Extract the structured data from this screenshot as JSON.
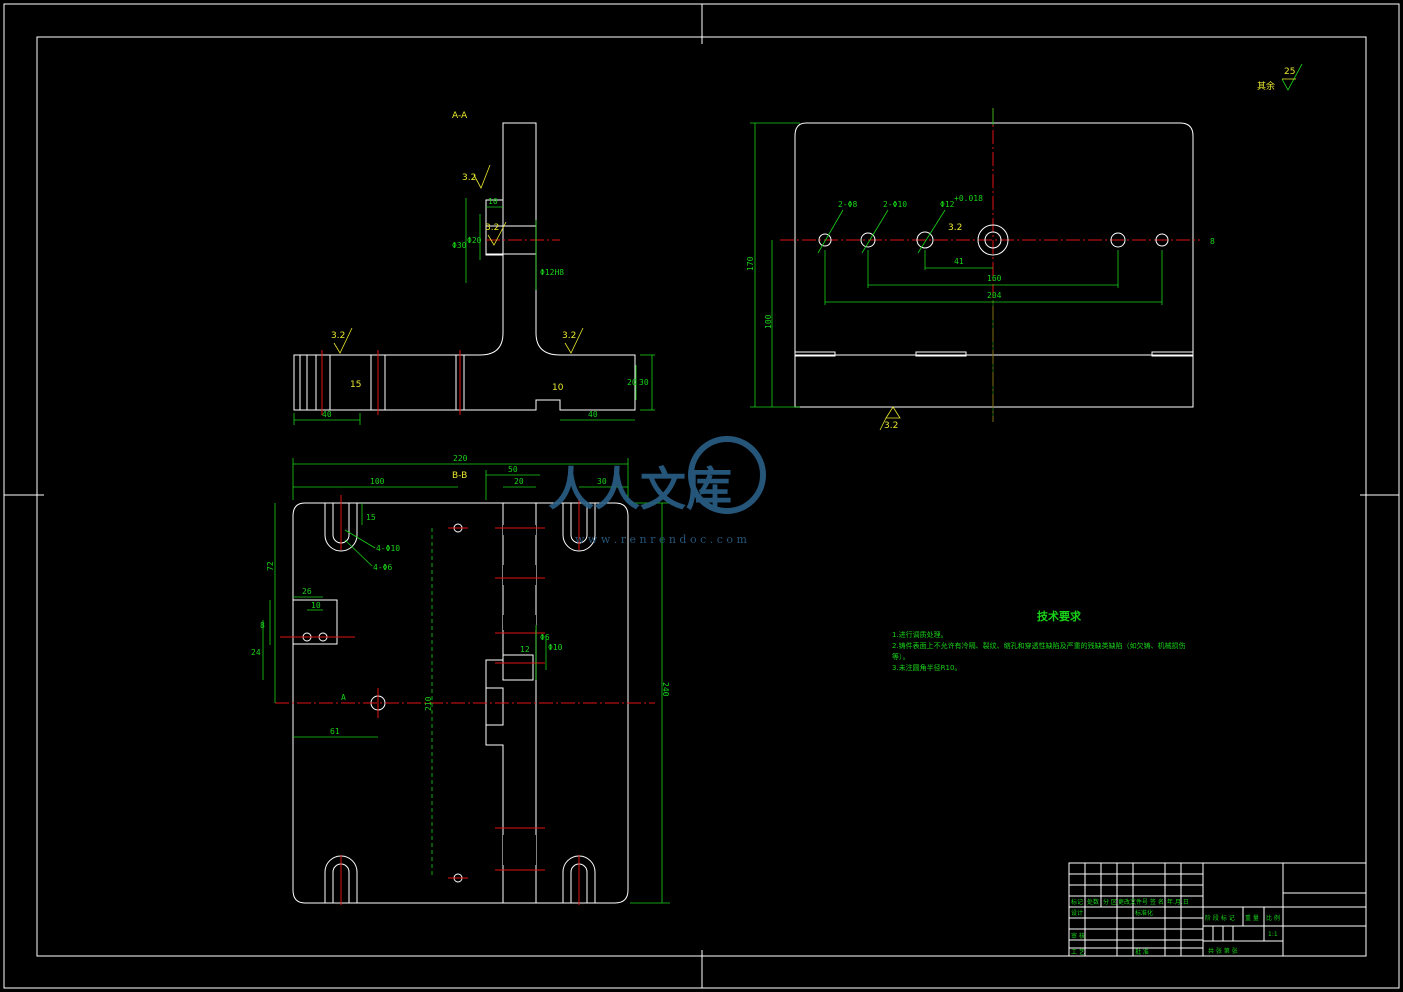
{
  "views": {
    "section_aa": "A-A",
    "section_bb": "B-B"
  },
  "roughness": {
    "general_note": "其余",
    "general_value": "25",
    "r32": "3.2",
    "r32b": "3.2",
    "r32c": "3.2",
    "r32d": "3.2",
    "r32e": "3.2",
    "r32f": "3.2"
  },
  "dims_aa": {
    "h10": "10",
    "d30": "Φ30",
    "d20": "Φ20",
    "d12": "Φ12H8",
    "w40l": "40",
    "w40r": "40",
    "t30": "30",
    "t20": "20",
    "h15": "15",
    "h10b": "10"
  },
  "dims_front": {
    "w170": "170",
    "w100": "100",
    "holes_2_8": "2-Φ8",
    "holes_2_10": "2-Φ10",
    "hole_12": "Φ12",
    "hole_12_tol": "+0.018",
    "w41": "41",
    "w160": "160",
    "w204": "204",
    "h8": "8"
  },
  "dims_plan": {
    "w220": "220",
    "w100": "100",
    "w50": "50",
    "w20": "20",
    "w30": "30",
    "h15": "15",
    "h72": "72",
    "slot_a": "4-Φ10",
    "slot_b": "4-Φ6",
    "w26": "26",
    "w10": "10",
    "h8": "8",
    "h24": "24",
    "w61": "61",
    "h210": "210",
    "h240": "240",
    "a_label": "A",
    "d6": "Φ6",
    "d10": "Φ10",
    "w12": "12"
  },
  "tech": {
    "title": "技术要求",
    "line1": "1.进行调质处理。",
    "line2": "2.铸件表面上不允许有冷隔、裂纹、缩孔和穿透性缺陷及严重的残缺类缺陷（如欠铸、机械损伤",
    "line2b": "等）。",
    "line3": "3.未注圆角半径R10。"
  },
  "title_block": {
    "mark": "标记",
    "count": "处数",
    "zone": "分 区",
    "doc": "更改文件号",
    "sign": "签 名",
    "date": "年.月.日",
    "design": "设计",
    "std": "标准化",
    "stage": "阶 段 标 记",
    "weight": "重 量",
    "scale": "比 例",
    "scale_val": "1:1",
    "review": "审 核",
    "process": "工 艺",
    "approve": "批 准",
    "sheets": "共    张   第    张"
  },
  "watermark": {
    "brand": "人人文库",
    "url": "w w w . r e n r e n d o c . c o m"
  }
}
